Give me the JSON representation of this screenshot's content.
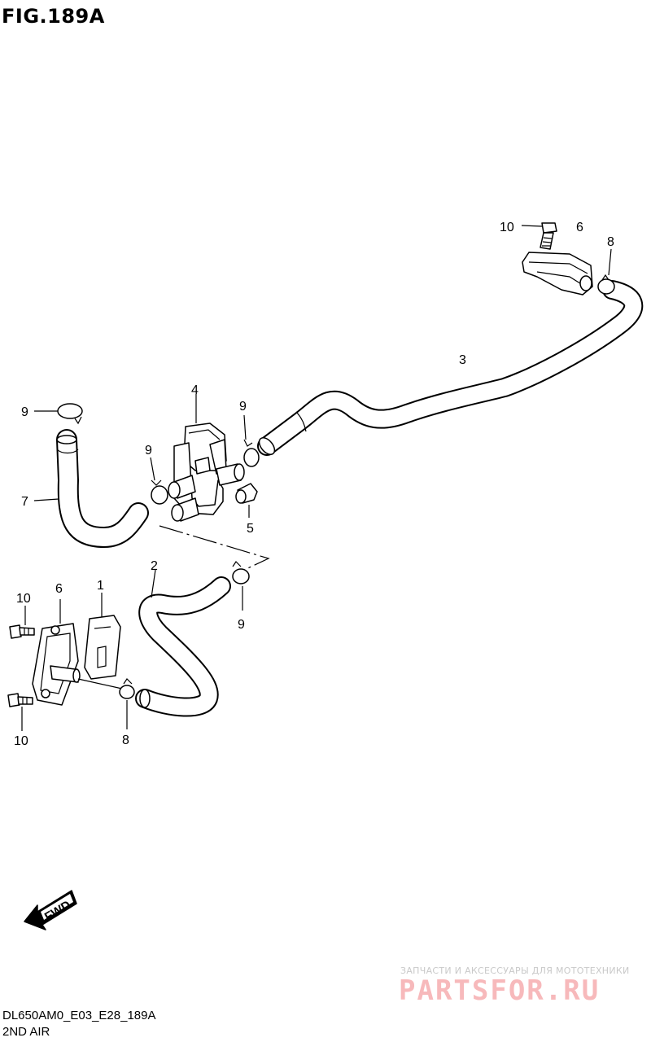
{
  "figure": {
    "title": "FIG.189A",
    "drawing_code": "DL650AM0_E03_E28_189A",
    "caption": "2ND AIR"
  },
  "callouts": {
    "c10_top": "10",
    "c6_top": "6",
    "c8_top": "8",
    "c3": "3",
    "c4": "4",
    "c9_left_top": "9",
    "c9_mid_top": "9",
    "c9_mid": "9",
    "c7": "7",
    "c5": "5",
    "c2": "2",
    "c9_bottom": "9",
    "c6_bottom": "6",
    "c1": "1",
    "c10_bottom_top": "10",
    "c10_bottom": "10",
    "c8_bottom": "8"
  },
  "fwd_arrow": {
    "label": "FWD",
    "icon": "forward-arrow-icon"
  },
  "watermark": {
    "tagline": "ЗАПЧАСТИ И АКСЕССУАРЫ ДЛЯ МОТОТЕХНИКИ",
    "brand": "PARTSFOR.RU",
    "color_primary": "#e31e24",
    "color_secondary": "#f7b9bb"
  },
  "colors": {
    "line": "#000000",
    "background": "#ffffff"
  }
}
